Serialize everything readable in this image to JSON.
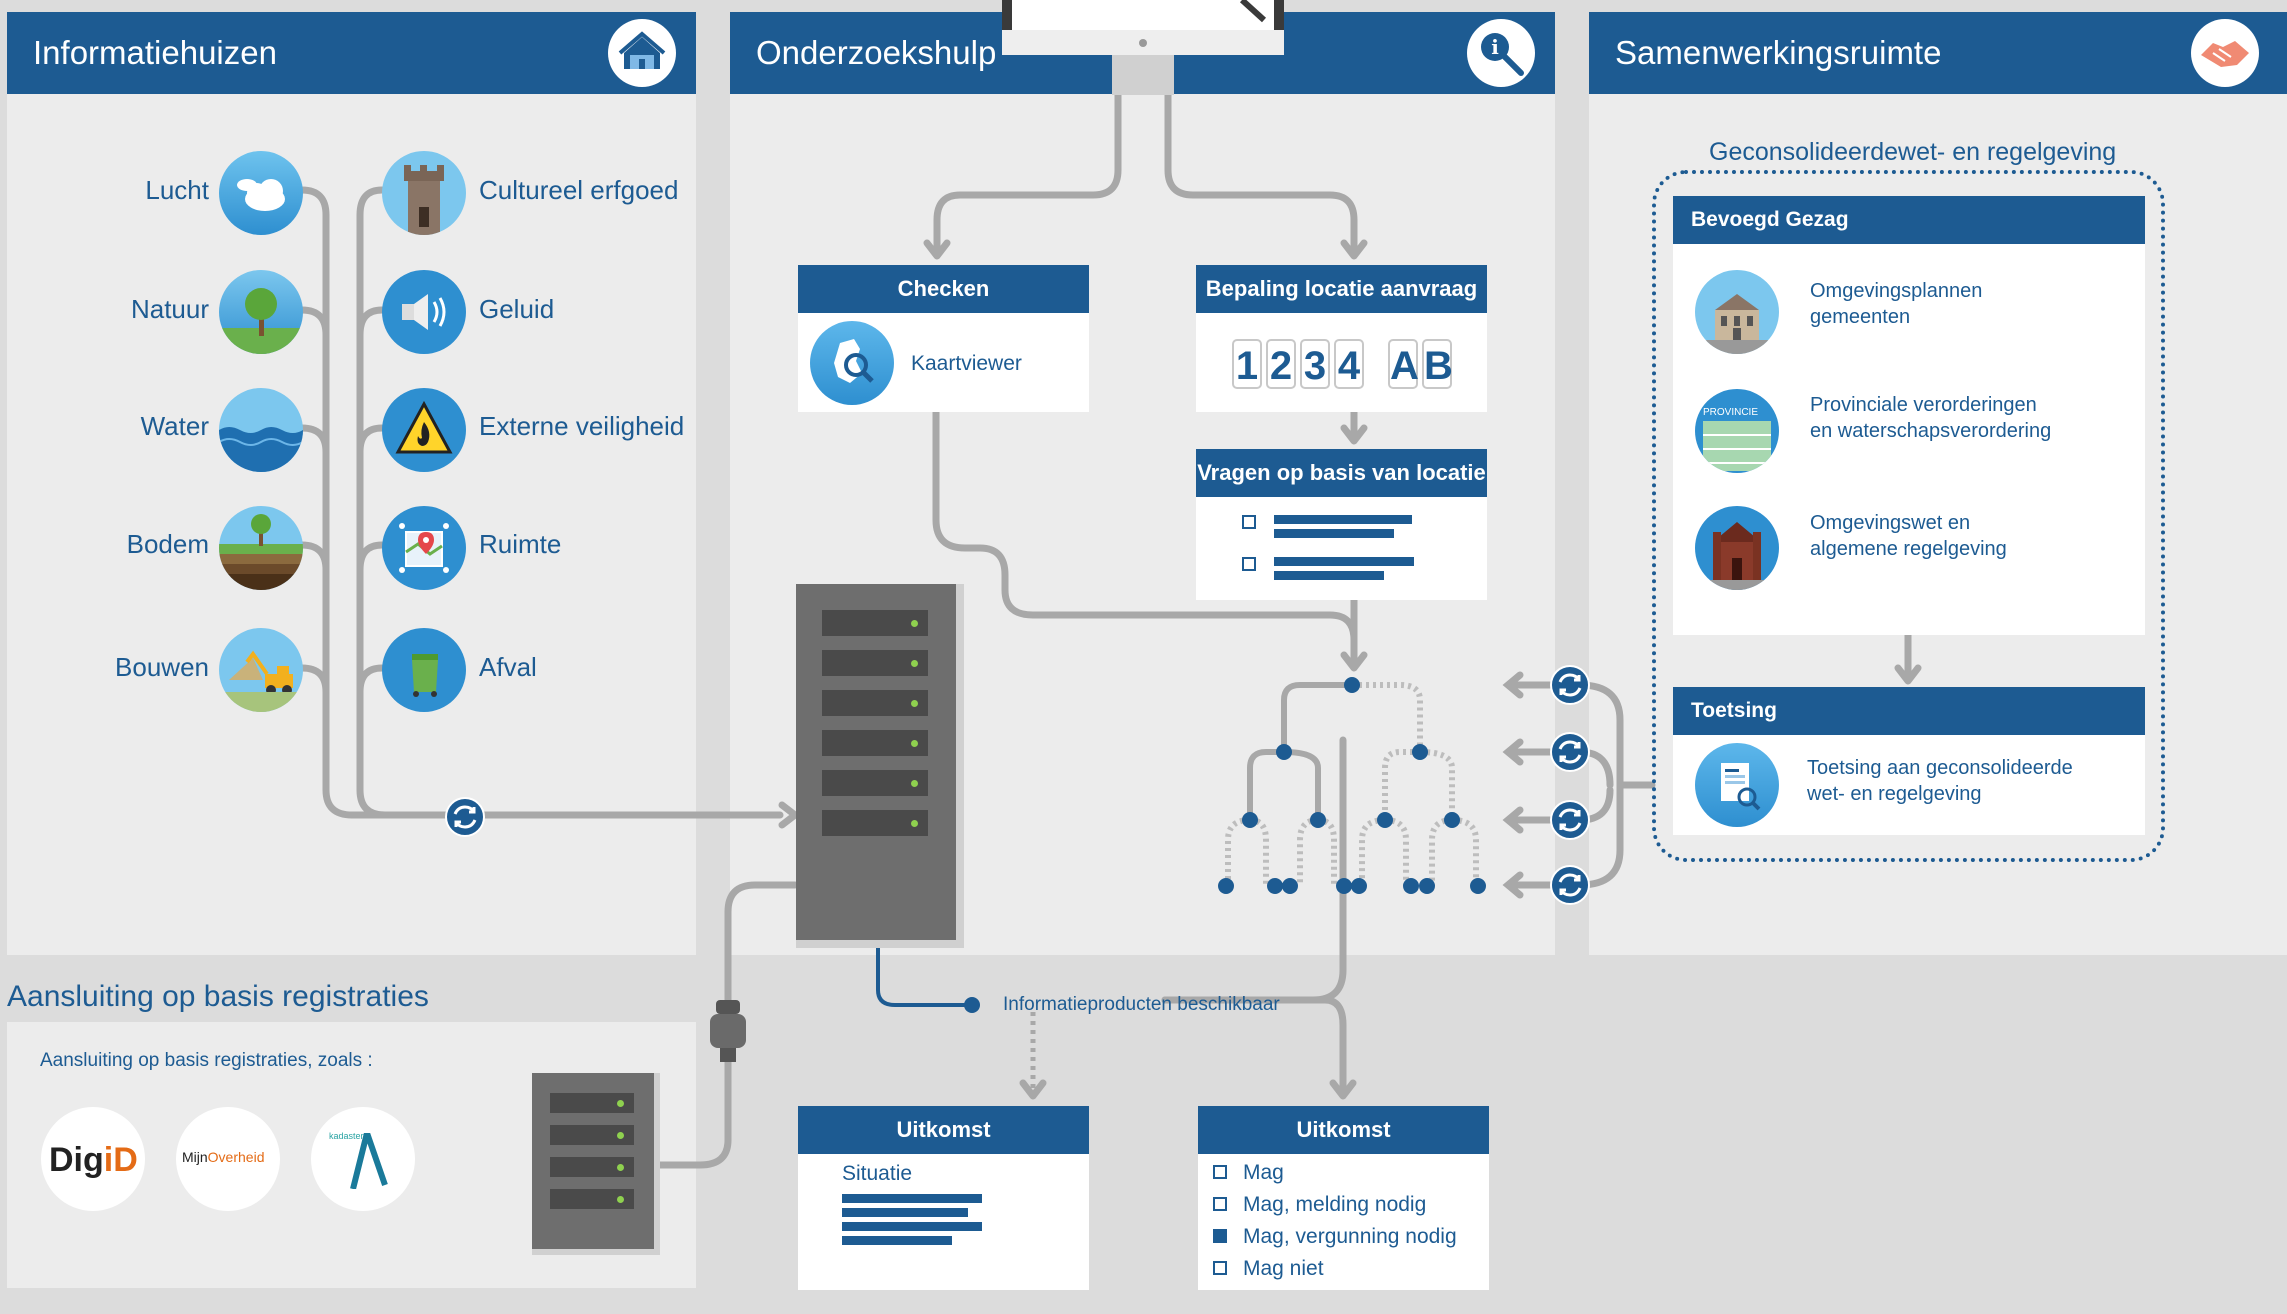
{
  "panels": {
    "info": {
      "title": "Informatiehuizen"
    },
    "research": {
      "title": "Onderzoekshulp"
    },
    "collab": {
      "title": "Samenwerkingsruimte"
    }
  },
  "categories_left": [
    {
      "label": "Lucht",
      "icon": "cloud-icon"
    },
    {
      "label": "Natuur",
      "icon": "tree-icon"
    },
    {
      "label": "Water",
      "icon": "water-icon"
    },
    {
      "label": "Bodem",
      "icon": "soil-icon"
    },
    {
      "label": "Bouwen",
      "icon": "construction-icon"
    }
  ],
  "categories_right": [
    {
      "label": "Cultureel erfgoed",
      "icon": "tower-icon"
    },
    {
      "label": "Geluid",
      "icon": "speaker-icon"
    },
    {
      "label": "Externe veiligheid",
      "icon": "fire-warning-icon"
    },
    {
      "label": "Ruimte",
      "icon": "map-pin-icon"
    },
    {
      "label": "Afval",
      "icon": "bin-icon"
    }
  ],
  "checken": {
    "title": "Checken",
    "item": "Kaartviewer"
  },
  "locatie": {
    "title": "Bepaling locatie aanvraag",
    "digits": [
      "1",
      "2",
      "3",
      "4"
    ],
    "letters": [
      "A",
      "B"
    ]
  },
  "vragen": {
    "title": "Vragen op basis van locatie"
  },
  "registraties": {
    "title": "Aansluiting op basis registraties",
    "subtitle": "Aansluiting op basis registraties, zoals :",
    "logos": {
      "digid_a": "Dig",
      "digid_b": "iD",
      "mijn_a": "Mijn",
      "mijn_b": "Overheid",
      "kadaster": "kadaster"
    }
  },
  "info_products": "Informatieproducten beschikbaar",
  "uitkomst1": {
    "title": "Uitkomst",
    "subtitle": "Situatie"
  },
  "uitkomst2": {
    "title": "Uitkomst",
    "options": [
      {
        "label": "Mag",
        "checked": false
      },
      {
        "label": "Mag, melding nodig",
        "checked": false
      },
      {
        "label": "Mag, vergunning nodig",
        "checked": true
      },
      {
        "label": "Mag niet",
        "checked": false
      }
    ]
  },
  "collab": {
    "consolidated": "Geconsolideerdewet- en regelgeving",
    "bevoegd": {
      "title": "Bevoegd Gezag",
      "items": [
        {
          "line1": "Omgevingsplannen",
          "line2": "gemeenten",
          "icon": "town-hall-icon"
        },
        {
          "line1": "Provinciale verorderingen",
          "line2": "en waterschapsverordering",
          "icon": "province-building-icon",
          "badge": "PROVINCIE"
        },
        {
          "line1": "Omgevingswet en",
          "line2": "algemene regelgeving",
          "icon": "parliament-icon"
        }
      ]
    },
    "toetsing": {
      "title": "Toetsing",
      "line1": "Toetsing aan geconsolideerde",
      "line2": "wet- en regelgeving"
    }
  },
  "colors": {
    "brand": "#1d5b92",
    "panel": "#ececec",
    "connector": "#a8a8a8"
  }
}
